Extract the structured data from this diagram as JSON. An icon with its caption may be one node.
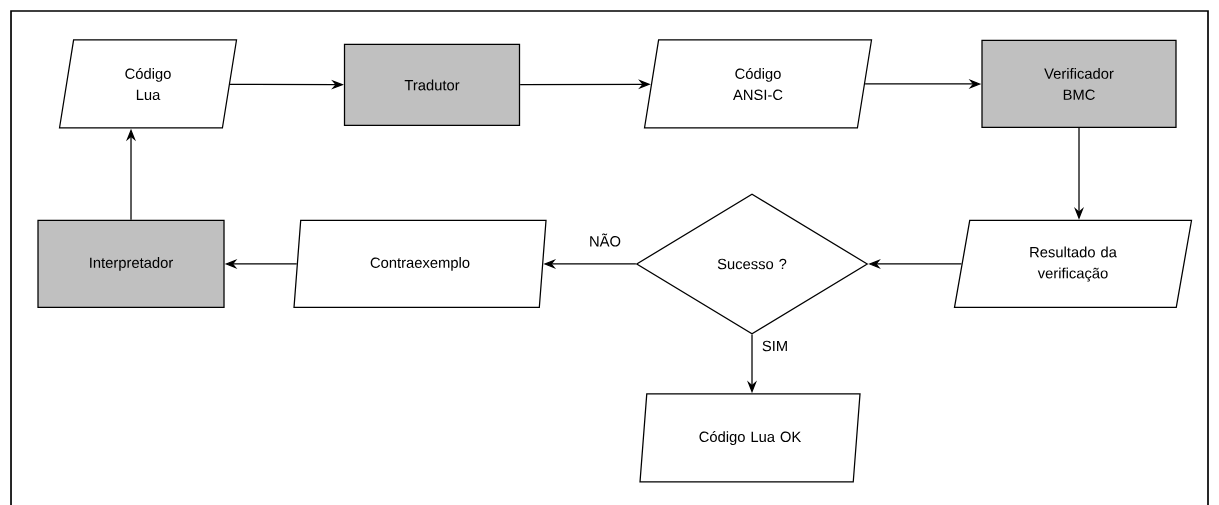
{
  "diagram": {
    "nodes": [
      {
        "text": [
          "Código Lua"
        ]
      },
      {
        "text": [
          "Tradutor"
        ]
      },
      {
        "text": [
          "Código ANSI-C"
        ]
      },
      {
        "text": [
          "Verificador BMC"
        ]
      },
      {
        "text": [
          "Resultado da verificação"
        ]
      },
      {
        "text": [
          "Sucesso ?"
        ]
      },
      {
        "text": [
          "Contraexemplo"
        ]
      },
      {
        "text": [
          "Interpretador"
        ]
      },
      {
        "text": [
          "Código Lua OK"
        ]
      }
    ],
    "edges": [
      {
        "from": 0,
        "to": 1,
        "arrow": "to"
      },
      {
        "from": 1,
        "to": 2,
        "arrow": "to"
      },
      {
        "from": 2,
        "to": 3,
        "arrow": "to"
      },
      {
        "from": 3,
        "to": 4,
        "arrow": "to"
      },
      {
        "from": 4,
        "to": 5,
        "arrow": "to"
      },
      {
        "from": 5,
        "to": 6,
        "arrow": "to",
        "label": "NÃO"
      },
      {
        "from": 6,
        "to": 7,
        "arrow": "to"
      },
      {
        "from": 7,
        "to": 0,
        "arrow": "to"
      },
      {
        "from": 5,
        "to": 8,
        "arrow": "to",
        "label": "SIM"
      }
    ]
  }
}
